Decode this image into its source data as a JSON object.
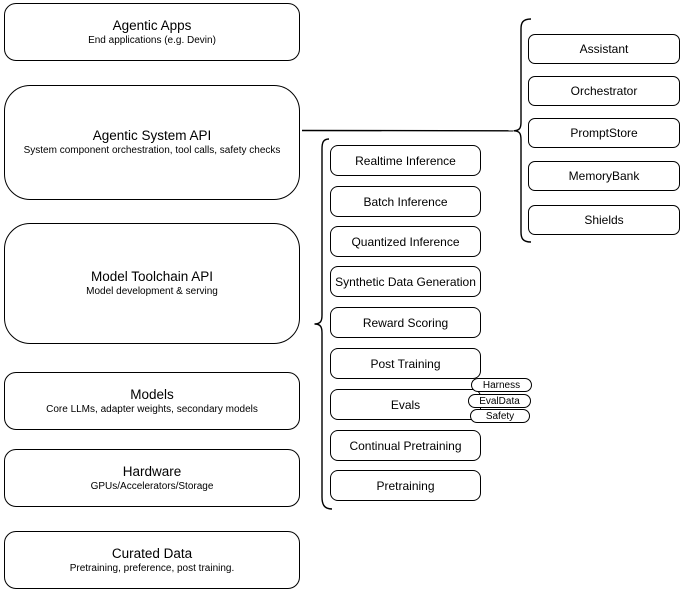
{
  "diagram": {
    "left_column": [
      {
        "title": "Agentic Apps",
        "subtitle": "End applications (e.g. Devin)"
      },
      {
        "title": "Agentic System API",
        "subtitle": "System component orchestration, tool calls, safety checks"
      },
      {
        "title": "Model Toolchain API",
        "subtitle": "Model development & serving"
      },
      {
        "title": "Models",
        "subtitle": "Core LLMs, adapter weights, secondary models"
      },
      {
        "title": "Hardware",
        "subtitle": "GPUs/Accelerators/Storage"
      },
      {
        "title": "Curated Data",
        "subtitle": "Pretraining, preference, post training."
      }
    ],
    "middle_column": [
      "Realtime Inference",
      "Batch Inference",
      "Quantized Inference",
      "Synthetic Data Generation",
      "Reward Scoring",
      "Post Training",
      "Evals",
      "Continual Pretraining",
      "Pretraining"
    ],
    "eval_tags": [
      "Harness",
      "EvalData",
      "Safety"
    ],
    "right_column": [
      "Assistant",
      "Orchestrator",
      "PromptStore",
      "MemoryBank",
      "Shields"
    ],
    "colors": {
      "stroke": "#000000",
      "background": "#ffffff"
    }
  }
}
